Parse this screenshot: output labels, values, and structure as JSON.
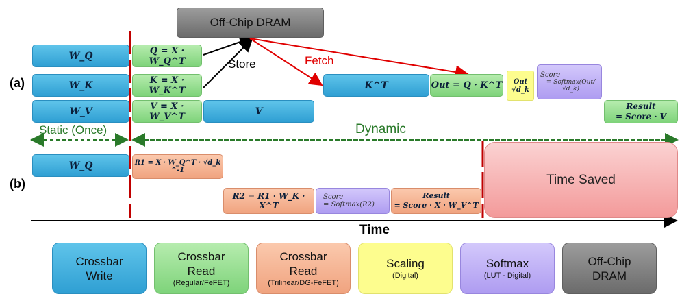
{
  "dram": {
    "label": "Off-Chip DRAM"
  },
  "arrows": {
    "store": "Store",
    "fetch": "Fetch"
  },
  "row_a": {
    "label": "(a)",
    "wq": "W_Q",
    "wk": "W_K",
    "wv": "W_V",
    "q_eq": "Q = X · W_Q^T",
    "k_eq": "K = X · W_K^T",
    "v_eq": "V = X · W_V^T",
    "v": "V",
    "kt": "K^T",
    "out": "Out = Q · K^T",
    "scale_top": "Out",
    "scale_bottom": "√d_k",
    "softmax_top": "Score",
    "softmax_bottom": "= Softmax(Out/√d_k)",
    "result_top": "Result",
    "result_bottom": "= Score · V"
  },
  "phases": {
    "static": "Static (Once)",
    "dynamic": "Dynamic"
  },
  "row_b": {
    "label": "(b)",
    "wq": "W_Q",
    "r1": "R1 = X · W_Q^T · √d_k ^-1",
    "r2": "R2 = R1 · W_K · X^T",
    "score_top": "Score",
    "score_bottom": "= Softmax(R2)",
    "result_top": "Result",
    "result_bottom": "= Score · X · W_V^T",
    "time_saved": "Time Saved"
  },
  "axis": {
    "label": "Time"
  },
  "legend": [
    {
      "line1": "Crossbar",
      "line2": "Write",
      "sub": "",
      "color": "blue"
    },
    {
      "line1": "Crossbar",
      "line2": "Read",
      "sub": "(Regular/FeFET)",
      "color": "green"
    },
    {
      "line1": "Crossbar",
      "line2": "Read",
      "sub": "(Trilinear/DG-FeFET)",
      "color": "orange"
    },
    {
      "line1": "Scaling",
      "line2": "",
      "sub": "(Digital)",
      "color": "yellow"
    },
    {
      "line1": "Softmax",
      "line2": "",
      "sub": "(LUT - Digital)",
      "color": "purple"
    },
    {
      "line1": "Off-Chip",
      "line2": "DRAM",
      "sub": "",
      "color": "gray"
    }
  ]
}
